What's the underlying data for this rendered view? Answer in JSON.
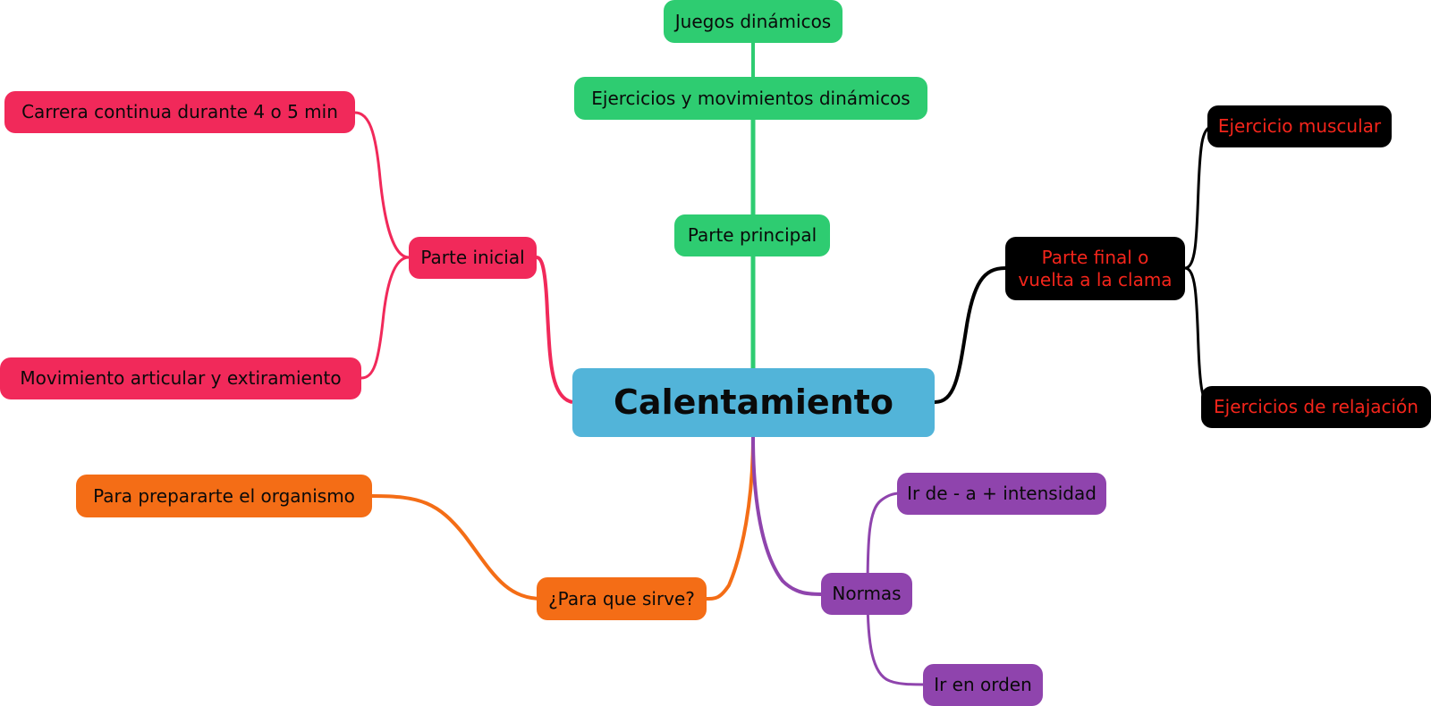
{
  "colors": {
    "central": "#52b4d9",
    "green": "#2ecc71",
    "red": "#f1295a",
    "orange": "#f46d16",
    "purple": "#8f44ad",
    "black": "#000000",
    "black_text": "#f4251b"
  },
  "central": {
    "label": "Calentamiento"
  },
  "branches": {
    "parte_principal": {
      "label": "Parte principal",
      "children": [
        "Ejercicios y movimientos dinámicos",
        "Juegos dinámicos"
      ]
    },
    "parte_inicial": {
      "label": "Parte inicial",
      "children": [
        "Carrera continua durante 4 o 5 min",
        "Movimiento articular y extiramiento"
      ]
    },
    "parte_final": {
      "label_line1": "Parte final o",
      "label_line2": "vuelta a la clama",
      "children": [
        "Ejercicio muscular",
        "Ejercicios de relajación"
      ]
    },
    "para_que_sirve": {
      "label": "¿Para que sirve?",
      "children": [
        "Para prepararte el organismo"
      ]
    },
    "normas": {
      "label": "Normas",
      "children": [
        "Ir de - a + intensidad",
        "Ir en orden"
      ]
    }
  }
}
